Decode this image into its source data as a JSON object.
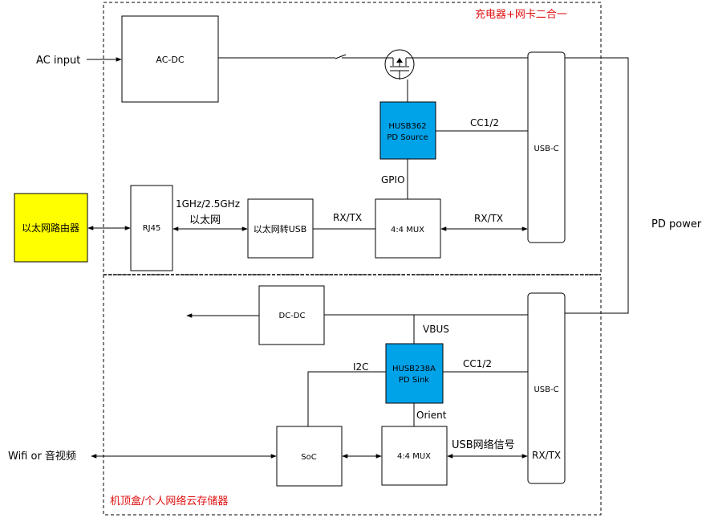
{
  "top_section": {
    "title": "充电器+网卡二合一",
    "ac_input": "AC input",
    "acdc": "AC-DC",
    "pd_source_line1": "HUSB362",
    "pd_source_line2": "PD Source",
    "cc_top": "CC1/2",
    "usbc_top": "USB-C",
    "gpio": "GPIO",
    "router": "以太网路由器",
    "rj45": "RJ45",
    "speed": "1GHz/2.5GHz",
    "ethernet": "以太网",
    "eth_to_usb": "以太网转USB",
    "rxtx_left": "RX/TX",
    "mux_top": "4:4 MUX",
    "rxtx_right": "RX/TX"
  },
  "pd_power": "PD power",
  "bottom_section": {
    "title": "机顶盒/个人网络云存储器",
    "dcdc": "DC-DC",
    "vbus": "VBUS",
    "i2c": "I2C",
    "pd_sink_line1": "HUSB238A",
    "pd_sink_line2": "PD Sink",
    "cc_bottom": "CC1/2",
    "usbc_bottom": "USB-C",
    "orient": "Orient",
    "wifi": "Wifi or 音视频",
    "soc": "SoC",
    "mux_bottom": "4:4 MUX",
    "usb_signal": "USB网络信号",
    "rxtx": "RX/TX"
  }
}
